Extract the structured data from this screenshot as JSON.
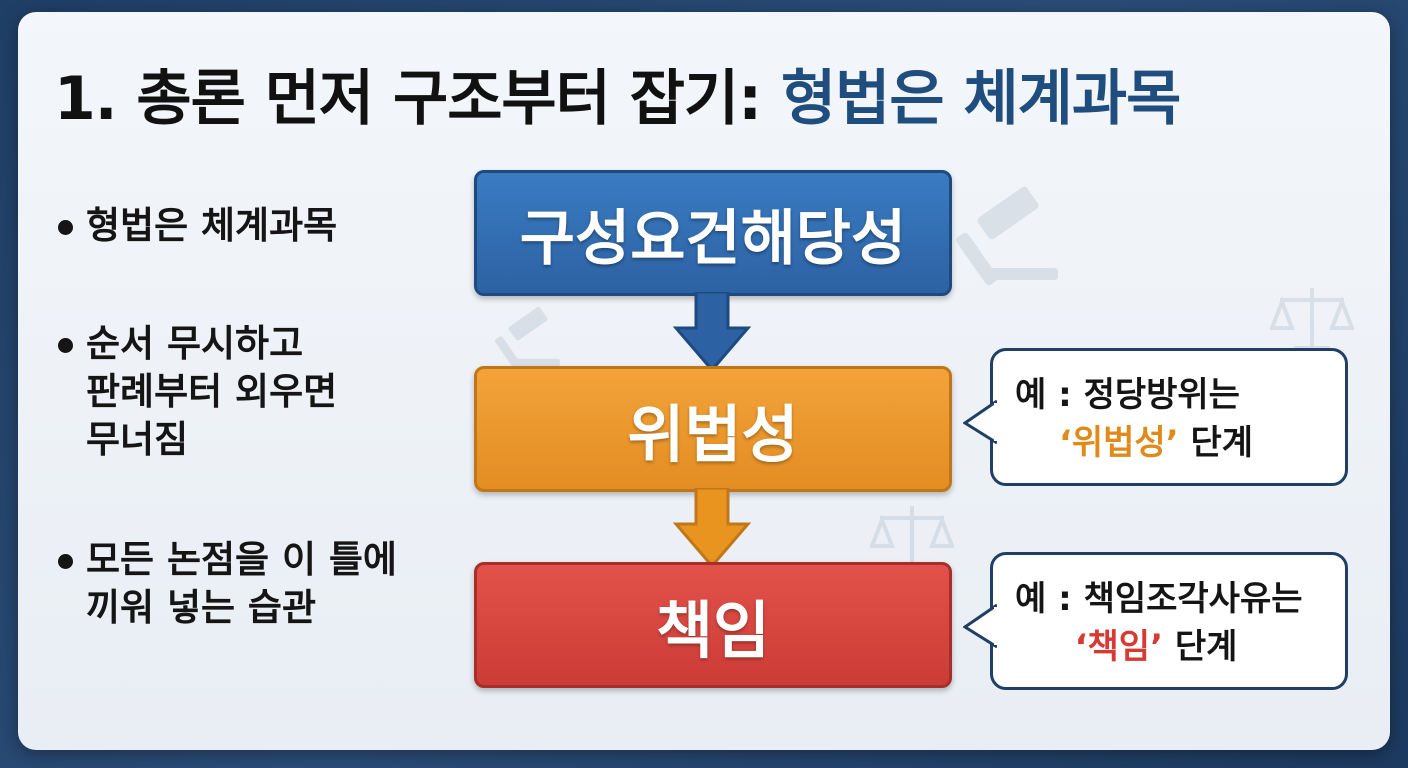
{
  "title": {
    "main": "1. 총론 먼저 구조부터 잡기: ",
    "accent": "형법은 체계과목"
  },
  "bullets": [
    {
      "lines": [
        "형법은 체계과목"
      ]
    },
    {
      "lines": [
        "순서 무시하고",
        "판례부터 외우면",
        "무너짐"
      ]
    },
    {
      "lines": [
        "모든 논점을 이 틀에",
        "끼워 넣는 습관"
      ]
    }
  ],
  "stages": [
    {
      "label": "구성요건해당성",
      "color": "#2c62a3"
    },
    {
      "label": "위법성",
      "color": "#e38d22"
    },
    {
      "label": "책임",
      "color": "#cc3c36"
    }
  ],
  "notes": [
    {
      "prefix": "예 : ",
      "text": "정당방위는",
      "highlight": "‘위법성’",
      "suffix": " 단계",
      "highlight_color": "#e08a1c"
    },
    {
      "prefix": "예 : ",
      "text": "책임조각사유는",
      "highlight": "‘책임’",
      "suffix": " 단계",
      "highlight_color": "#d63a32"
    }
  ],
  "icons": [
    "gavel-icon",
    "scales-icon"
  ]
}
